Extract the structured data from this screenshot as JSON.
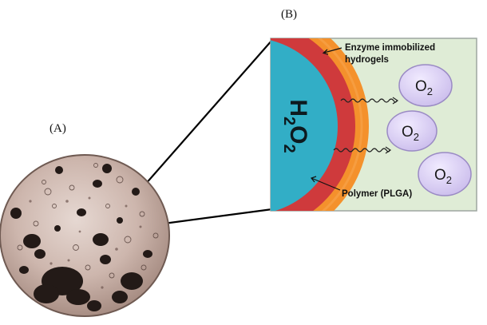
{
  "panels": {
    "a_label": "(A)",
    "b_label": "(B)"
  },
  "diagram": {
    "annotation_top_line1": "Enzyme immobilized",
    "annotation_top_line2": "hydrogels",
    "annotation_bottom": "Polymer (PLGA)",
    "core_text": {
      "h_letter": "H",
      "h_sub": "2",
      "o_letter": "O",
      "o_sub": "2"
    },
    "oxygen_bubbles": [
      {
        "letter": "O",
        "sub": "2"
      },
      {
        "letter": "O",
        "sub": "2"
      },
      {
        "letter": "O",
        "sub": "2"
      }
    ]
  },
  "colors": {
    "panel_bg": "#dfecd6",
    "panel_border": "#9ea6a0",
    "outer_shell": "#f4912c",
    "middle_shell": "#cf3a3c",
    "core": "#32aec6",
    "bubble_fill": "#d8cdf0",
    "bubble_stroke": "#9a8ac4",
    "particle_fill": "#c9b2aa",
    "particle_dark": "#231a17"
  }
}
